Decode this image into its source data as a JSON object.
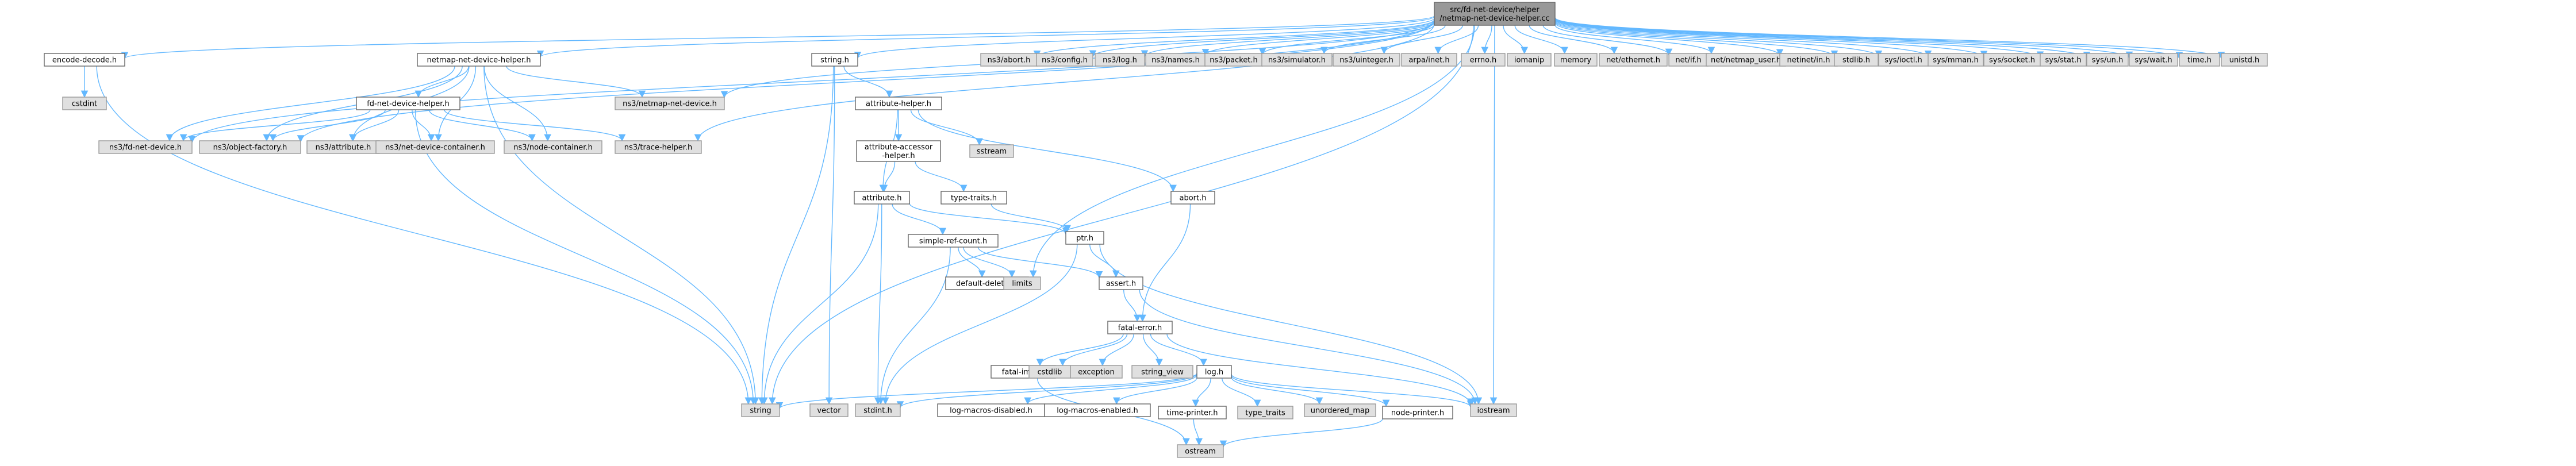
{
  "colors": {
    "root_fill": "#999999",
    "root_stroke": "#666666",
    "local_fill": "#ffffff",
    "local_stroke": "#666666",
    "system_fill": "#e0e0e0",
    "system_stroke": "#999999",
    "edge": "#63b8ff"
  },
  "nodes": [
    {
      "id": "root",
      "label": "src/fd-net-device/helper\n/netmap-net-device-helper.cc",
      "kind": "root"
    },
    {
      "id": "encode",
      "label": "encode-decode.h",
      "kind": "local"
    },
    {
      "id": "netmap_helper",
      "label": "netmap-net-device-helper.h",
      "kind": "local"
    },
    {
      "id": "ns3_netmap_dev",
      "label": "ns3/netmap-net-device.h",
      "kind": "system"
    },
    {
      "id": "string_h",
      "label": "string.h",
      "kind": "local"
    },
    {
      "id": "ns3_abort",
      "label": "ns3/abort.h",
      "kind": "system"
    },
    {
      "id": "ns3_config",
      "label": "ns3/config.h",
      "kind": "system"
    },
    {
      "id": "ns3_log",
      "label": "ns3/log.h",
      "kind": "system"
    },
    {
      "id": "ns3_names",
      "label": "ns3/names.h",
      "kind": "system"
    },
    {
      "id": "ns3_packet",
      "label": "ns3/packet.h",
      "kind": "system"
    },
    {
      "id": "ns3_simulator",
      "label": "ns3/simulator.h",
      "kind": "system"
    },
    {
      "id": "ns3_uinteger",
      "label": "ns3/uinteger.h",
      "kind": "system"
    },
    {
      "id": "arpa_inet",
      "label": "arpa/inet.h",
      "kind": "system"
    },
    {
      "id": "errno_h",
      "label": "errno.h",
      "kind": "system"
    },
    {
      "id": "iomanip",
      "label": "iomanip",
      "kind": "system"
    },
    {
      "id": "memory",
      "label": "memory",
      "kind": "system"
    },
    {
      "id": "net_ethernet",
      "label": "net/ethernet.h",
      "kind": "system"
    },
    {
      "id": "net_if",
      "label": "net/if.h",
      "kind": "system"
    },
    {
      "id": "net_netmap_user",
      "label": "net/netmap_user.h",
      "kind": "system"
    },
    {
      "id": "netinet_in",
      "label": "netinet/in.h",
      "kind": "system"
    },
    {
      "id": "stdlib_h",
      "label": "stdlib.h",
      "kind": "system"
    },
    {
      "id": "sys_ioctl",
      "label": "sys/ioctl.h",
      "kind": "system"
    },
    {
      "id": "sys_mman",
      "label": "sys/mman.h",
      "kind": "system"
    },
    {
      "id": "sys_socket",
      "label": "sys/socket.h",
      "kind": "system"
    },
    {
      "id": "sys_stat",
      "label": "sys/stat.h",
      "kind": "system"
    },
    {
      "id": "sys_un",
      "label": "sys/un.h",
      "kind": "system"
    },
    {
      "id": "sys_wait",
      "label": "sys/wait.h",
      "kind": "system"
    },
    {
      "id": "time_h",
      "label": "time.h",
      "kind": "system"
    },
    {
      "id": "unistd_h",
      "label": "unistd.h",
      "kind": "system"
    },
    {
      "id": "cstdint",
      "label": "cstdint",
      "kind": "system"
    },
    {
      "id": "fd_helper",
      "label": "fd-net-device-helper.h",
      "kind": "local"
    },
    {
      "id": "ns3_fd_dev",
      "label": "ns3/fd-net-device.h",
      "kind": "system"
    },
    {
      "id": "ns3_objfactory",
      "label": "ns3/object-factory.h",
      "kind": "system"
    },
    {
      "id": "ns3_attribute",
      "label": "ns3/attribute.h",
      "kind": "system"
    },
    {
      "id": "ns3_ndc",
      "label": "ns3/net-device-container.h",
      "kind": "system"
    },
    {
      "id": "ns3_nodec",
      "label": "ns3/node-container.h",
      "kind": "system"
    },
    {
      "id": "ns3_trace",
      "label": "ns3/trace-helper.h",
      "kind": "system"
    },
    {
      "id": "attr_helper",
      "label": "attribute-helper.h",
      "kind": "local"
    },
    {
      "id": "attr_acc",
      "label": "attribute-accessor\n-helper.h",
      "kind": "local"
    },
    {
      "id": "sstream",
      "label": "sstream",
      "kind": "system"
    },
    {
      "id": "attribute_h",
      "label": "attribute.h",
      "kind": "local"
    },
    {
      "id": "type_traits_h",
      "label": "type-traits.h",
      "kind": "local"
    },
    {
      "id": "abort_h",
      "label": "abort.h",
      "kind": "local"
    },
    {
      "id": "ptr_h",
      "label": "ptr.h",
      "kind": "local"
    },
    {
      "id": "simple_ref",
      "label": "simple-ref-count.h",
      "kind": "local"
    },
    {
      "id": "default_del",
      "label": "default-deleter.h",
      "kind": "local"
    },
    {
      "id": "limits",
      "label": "limits",
      "kind": "system"
    },
    {
      "id": "assert_h",
      "label": "assert.h",
      "kind": "local"
    },
    {
      "id": "fatal_error",
      "label": "fatal-error.h",
      "kind": "local"
    },
    {
      "id": "fatal_impl",
      "label": "fatal-impl.h",
      "kind": "local"
    },
    {
      "id": "cstdlib",
      "label": "cstdlib",
      "kind": "system"
    },
    {
      "id": "exception",
      "label": "exception",
      "kind": "system"
    },
    {
      "id": "string_view",
      "label": "string_view",
      "kind": "system"
    },
    {
      "id": "log_h",
      "label": "log.h",
      "kind": "local"
    },
    {
      "id": "string_sys",
      "label": "string",
      "kind": "system"
    },
    {
      "id": "vector",
      "label": "vector",
      "kind": "system"
    },
    {
      "id": "stdint_h",
      "label": "stdint.h",
      "kind": "system"
    },
    {
      "id": "log_dis",
      "label": "log-macros-disabled.h",
      "kind": "local"
    },
    {
      "id": "log_en",
      "label": "log-macros-enabled.h",
      "kind": "local"
    },
    {
      "id": "time_printer",
      "label": "time-printer.h",
      "kind": "local"
    },
    {
      "id": "type_traits_sys",
      "label": "type_traits",
      "kind": "system"
    },
    {
      "id": "unordered_map",
      "label": "unordered_map",
      "kind": "system"
    },
    {
      "id": "node_printer",
      "label": "node-printer.h",
      "kind": "local"
    },
    {
      "id": "iostream",
      "label": "iostream",
      "kind": "system"
    },
    {
      "id": "ostream",
      "label": "ostream",
      "kind": "system"
    }
  ],
  "edges": [
    [
      "root",
      "encode"
    ],
    [
      "root",
      "netmap_helper"
    ],
    [
      "root",
      "ns3_netmap_dev"
    ],
    [
      "root",
      "string_h"
    ],
    [
      "root",
      "ns3_abort"
    ],
    [
      "root",
      "ns3_config"
    ],
    [
      "root",
      "ns3_log"
    ],
    [
      "root",
      "ns3_names"
    ],
    [
      "root",
      "ns3_packet"
    ],
    [
      "root",
      "ns3_simulator"
    ],
    [
      "root",
      "ns3_uinteger"
    ],
    [
      "root",
      "arpa_inet"
    ],
    [
      "root",
      "errno_h"
    ],
    [
      "root",
      "iomanip"
    ],
    [
      "root",
      "memory"
    ],
    [
      "root",
      "net_ethernet"
    ],
    [
      "root",
      "net_if"
    ],
    [
      "root",
      "net_netmap_user"
    ],
    [
      "root",
      "netinet_in"
    ],
    [
      "root",
      "stdlib_h"
    ],
    [
      "root",
      "sys_ioctl"
    ],
    [
      "root",
      "sys_mman"
    ],
    [
      "root",
      "sys_socket"
    ],
    [
      "root",
      "sys_stat"
    ],
    [
      "root",
      "sys_un"
    ],
    [
      "root",
      "sys_wait"
    ],
    [
      "root",
      "time_h"
    ],
    [
      "root",
      "unistd_h"
    ],
    [
      "root",
      "ns3_fd_dev"
    ],
    [
      "root",
      "ns3_objfactory"
    ],
    [
      "root",
      "ns3_trace"
    ],
    [
      "root",
      "string_sys"
    ],
    [
      "root",
      "iostream"
    ],
    [
      "root",
      "limits"
    ],
    [
      "encode",
      "cstdint"
    ],
    [
      "encode",
      "string_sys"
    ],
    [
      "netmap_helper",
      "fd_helper"
    ],
    [
      "netmap_helper",
      "ns3_netmap_dev"
    ],
    [
      "netmap_helper",
      "ns3_fd_dev"
    ],
    [
      "netmap_helper",
      "ns3_objfactory"
    ],
    [
      "netmap_helper",
      "ns3_attribute"
    ],
    [
      "netmap_helper",
      "ns3_ndc"
    ],
    [
      "netmap_helper",
      "ns3_nodec"
    ],
    [
      "netmap_helper",
      "string_sys"
    ],
    [
      "fd_helper",
      "ns3_fd_dev"
    ],
    [
      "fd_helper",
      "ns3_objfactory"
    ],
    [
      "fd_helper",
      "ns3_attribute"
    ],
    [
      "fd_helper",
      "ns3_ndc"
    ],
    [
      "fd_helper",
      "ns3_nodec"
    ],
    [
      "fd_helper",
      "ns3_trace"
    ],
    [
      "fd_helper",
      "string_sys"
    ],
    [
      "string_h",
      "attr_helper"
    ],
    [
      "string_h",
      "string_sys"
    ],
    [
      "string_h",
      "vector"
    ],
    [
      "attr_helper",
      "attr_acc"
    ],
    [
      "attr_helper",
      "sstream"
    ],
    [
      "attr_helper",
      "attribute_h"
    ],
    [
      "attr_helper",
      "abort_h"
    ],
    [
      "attr_acc",
      "attribute_h"
    ],
    [
      "attr_acc",
      "type_traits_h"
    ],
    [
      "attribute_h",
      "ptr_h"
    ],
    [
      "attribute_h",
      "simple_ref"
    ],
    [
      "attribute_h",
      "stdint_h"
    ],
    [
      "attribute_h",
      "string_sys"
    ],
    [
      "type_traits_h",
      "ptr_h"
    ],
    [
      "abort_h",
      "fatal_error"
    ],
    [
      "ptr_h",
      "assert_h"
    ],
    [
      "ptr_h",
      "iostream"
    ],
    [
      "ptr_h",
      "stdint_h"
    ],
    [
      "simple_ref",
      "default_del"
    ],
    [
      "simple_ref",
      "assert_h"
    ],
    [
      "simple_ref",
      "limits"
    ],
    [
      "simple_ref",
      "stdint_h"
    ],
    [
      "assert_h",
      "fatal_error"
    ],
    [
      "assert_h",
      "iostream"
    ],
    [
      "fatal_error",
      "fatal_impl"
    ],
    [
      "fatal_error",
      "cstdlib"
    ],
    [
      "fatal_error",
      "exception"
    ],
    [
      "fatal_error",
      "string_view"
    ],
    [
      "fatal_error",
      "log_h"
    ],
    [
      "fatal_error",
      "iostream"
    ],
    [
      "fatal_impl",
      "ostream"
    ],
    [
      "log_h",
      "log_dis"
    ],
    [
      "log_h",
      "log_en"
    ],
    [
      "log_h",
      "time_printer"
    ],
    [
      "log_h",
      "type_traits_sys"
    ],
    [
      "log_h",
      "unordered_map"
    ],
    [
      "log_h",
      "node_printer"
    ],
    [
      "log_h",
      "iostream"
    ],
    [
      "log_h",
      "stdint_h"
    ],
    [
      "log_h",
      "string_sys"
    ],
    [
      "time_printer",
      "ostream"
    ],
    [
      "node_printer",
      "ostream"
    ]
  ]
}
